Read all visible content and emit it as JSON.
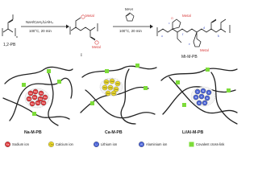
{
  "scheme": {
    "start_label": "1,2-PB",
    "start_sub": "n",
    "step1_reagent": "NaH/CaH₂/LiAlH₄",
    "step1_conditions": "100°C, 20 min",
    "intermediate_label": "I",
    "intermediate_metal_top": "Metal",
    "intermediate_metal_bottom": "Metal",
    "charge_plus": "⊕",
    "step2_reagent": "MAH",
    "step2_conditions": "100°C, 20 min",
    "product_label": "Mt-M-PB",
    "product_metal_top": "Metal",
    "product_metal_bottom": "Metal",
    "letter_a": "a",
    "letter_b": "b",
    "letter_c": "c",
    "letter_d": "d",
    "letter_e": "e",
    "letter_f": "f",
    "atom_O": "O"
  },
  "networks": [
    {
      "label": "Na-M-PB",
      "ion_letter": "Na",
      "ion_color": "#e0383b"
    },
    {
      "label": "Ca-M-PB",
      "ion_letter": "Ca",
      "ion_color": "#f2df2a"
    },
    {
      "label": "Li/Al-M-PB",
      "ion_letter": "Li",
      "ion_letter_alt": "Al",
      "ion_color": "#4a63d6",
      "ion_color_alt": "#4a63d6"
    }
  ],
  "legend": [
    {
      "symbol": "Na",
      "label": "Sodium ion",
      "color": "#e0383b"
    },
    {
      "symbol": "Ca",
      "label": "Calcium ion",
      "color": "#f2df2a"
    },
    {
      "symbol": "Li",
      "label": "Lithium ion",
      "color": "#4a63d6"
    },
    {
      "symbol": "Al",
      "label": "Aluminium ion",
      "color": "#4a63d6"
    },
    {
      "symbol": "",
      "label": "Covalent cross-link",
      "color": "#7ddc3a"
    }
  ]
}
